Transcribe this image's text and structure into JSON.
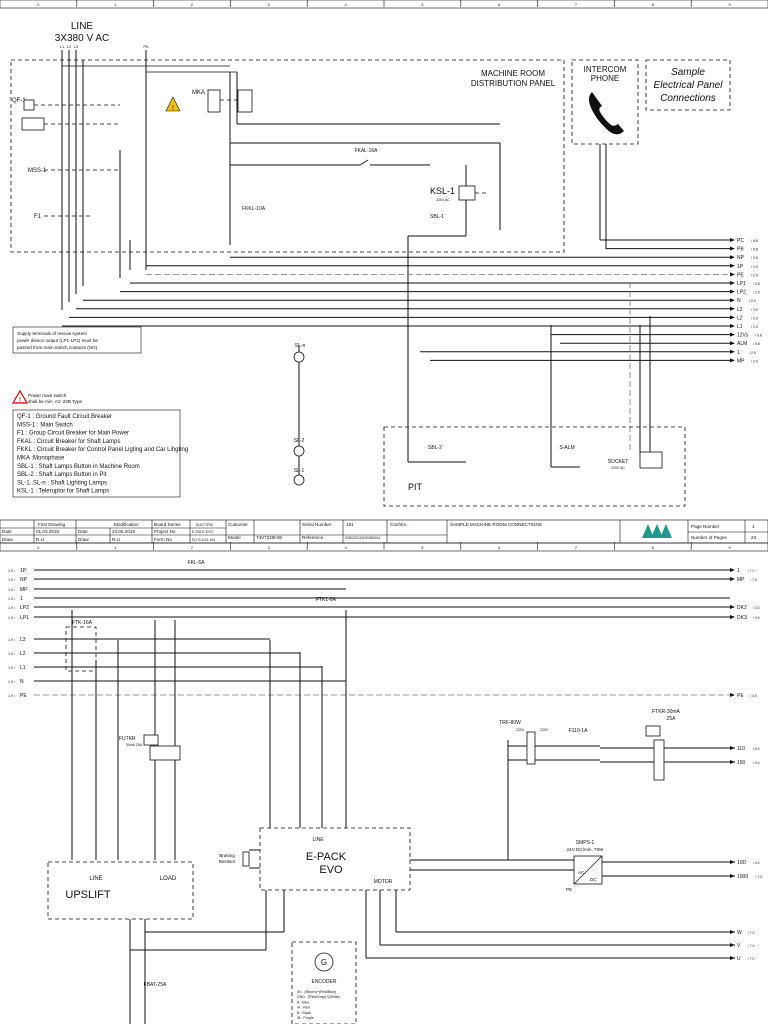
{
  "sheet1": {
    "line_label": "LINE",
    "line_voltage": "3X380 V AC",
    "machine_room_title": [
      "MACHINE ROOM",
      "DISTRIBUTION PANEL"
    ],
    "intercom_title": [
      "INTERCOM",
      "PHONE"
    ],
    "sample_title": [
      "Sample",
      "Electrical Panel",
      "Connections"
    ],
    "components": {
      "qf1": "QF-1",
      "mss1": "MSS-1",
      "f1": "F1",
      "mka": "MKA",
      "fkal": "FKAL-16A",
      "fkkl": "FKKL-10A",
      "ksl1": "KSL-1",
      "ksl1_rating": "220V AC",
      "sbl1": "SBL-1",
      "sln": "SL-n",
      "sl2": "SL-2",
      "sl1": "SL-1",
      "sbl2": "SBL-2",
      "salm": "S-ALM",
      "socket": "SOCKET",
      "socket_rating": "220V AC",
      "pit": "PIT"
    },
    "terminals": [
      {
        "name": "PC",
        "ref": "9.8"
      },
      {
        "name": "PB",
        "ref": "9.8"
      },
      {
        "name": "NP",
        "ref": "2.0"
      },
      {
        "name": "1P",
        "ref": "2.0"
      },
      {
        "name": "PE",
        "ref": "2.0"
      },
      {
        "name": "LP1",
        "ref": "2.0"
      },
      {
        "name": "LP2",
        "ref": "2.0"
      },
      {
        "name": "N",
        "ref": "2.0"
      },
      {
        "name": "L3",
        "ref": "2.0"
      },
      {
        "name": "L2",
        "ref": "2.0"
      },
      {
        "name": "L1",
        "ref": "2.0"
      },
      {
        "name": "12Vs",
        "ref": "9.8"
      },
      {
        "name": "ALM",
        "ref": "9.8"
      },
      {
        "name": "1",
        "ref": "2.0"
      },
      {
        "name": "MP",
        "ref": "2.0"
      }
    ],
    "supply_note": [
      "Supply terminals of rescue system",
      "power device output (LP1-LP2) must be",
      "passed from main switch contacts (NO)."
    ],
    "warning_note": [
      "Power main switch",
      "shall be min. AC-23B Type"
    ],
    "legend": [
      "QF-1    : Ground Fault Circuit Breaker",
      "MSS-1   : Main Switch",
      "F1       : Group Circuit Breaker for Main Power",
      "FKAL : Circuit Breaker for Shaft Lamps",
      "FKKL  : Circuit Breaker for Control Panel Ligting and Car Lihgting",
      "MKA  :Monophase",
      "SBL-1 : Shaft Lamps Button in Machine Room",
      "SBL-2 : Shaft Lamps Button in Pit",
      "SL-1..SL-n : Shaft Lighting Lamps",
      "KSL-1  : Teleruptor for Shaft Lamps"
    ]
  },
  "title_block": {
    "first_drawing": "First Drawing",
    "modification": "Modification",
    "board_series": "Board Series",
    "board_series_val": "ELECTRIC",
    "customer": "Customer",
    "serial_number": "Serial Number",
    "serial_val": "181",
    "confirm": "Confirm :",
    "title": "SAMPLE MACHINE ROOM CONNECTIONS",
    "page_number": "Page Number",
    "page_val": "1",
    "number_of_pages": "Number of Pages",
    "pages_val": "23",
    "date_label": "Date",
    "date1": "01.03.2018",
    "date2": "24.05.2019",
    "draw_label": "Draw",
    "draw1": "R.U",
    "draw2": "R.U",
    "project_no": "Project No",
    "project_val": "E-PACK EVO",
    "form_no": "Form No",
    "form_val": "FLT.5.5.02.104",
    "model": "Model",
    "model_val": "74V7228HW",
    "reference": "Reference",
    "reference_val": "0280220/150/0280004"
  },
  "sheet2": {
    "inputs": [
      {
        "ref": "1.9",
        "name": "1P"
      },
      {
        "ref": "1.9",
        "name": "NP"
      },
      {
        "ref": "1.9",
        "name": "MP"
      },
      {
        "ref": "1.9",
        "name": "1"
      },
      {
        "ref": "1.9",
        "name": "LP2"
      },
      {
        "ref": "1.9",
        "name": "LP1"
      },
      {
        "ref": "1.9",
        "name": "L3"
      },
      {
        "ref": "1.9",
        "name": "L2"
      },
      {
        "ref": "1.9",
        "name": "L1"
      },
      {
        "ref": "1.9",
        "name": "N"
      },
      {
        "ref": "1.9",
        "name": "PE"
      }
    ],
    "outputs": [
      {
        "name": "1",
        "ref": "7.0"
      },
      {
        "name": "MP",
        "ref": "7.0"
      },
      {
        "name": "DK2",
        "ref": "3.0"
      },
      {
        "name": "DK3",
        "ref": "3.0"
      },
      {
        "name": "PE",
        "ref": "4.0"
      },
      {
        "name": "110",
        "ref": "9.0"
      },
      {
        "name": "150",
        "ref": "9.0"
      },
      {
        "name": "10D",
        "ref": "4.0"
      },
      {
        "name": "1000",
        "ref": "7.0"
      },
      {
        "name": "W",
        "ref": "7.0"
      },
      {
        "name": "V",
        "ref": "7.0"
      },
      {
        "name": "U",
        "ref": "7.0"
      }
    ],
    "fkl": "FKL-6A",
    "ftk1": "FTK1-6A",
    "ftk16": "FTK-16A",
    "futkr": "FUTKR",
    "futkr_rating": "30mA 25A",
    "trf": "TRF-80W",
    "trf_in": "220V",
    "trf_out": "220V",
    "f110": "F110-1A",
    "ftkr": "FTKR-30mA",
    "ftkr_rating": "25A",
    "smps": "SMPS-1",
    "smps_rating": "24V DC/min. 75W",
    "epack": [
      "E-PACK",
      "EVO"
    ],
    "epack_line": "LINE",
    "epack_motor": "MOTOR",
    "braking": [
      "Braking",
      "Resistor"
    ],
    "upslift": "UPSLIFT",
    "ups_line": "LINE",
    "ups_load": "LOAD",
    "fbat": "FBAT-25A",
    "encoder": "ENCODER",
    "encoder_notes": [
      "5V : (Brown)+(Red/Blue)",
      "GND : (Pink/Gray)+(White)",
      "A : Blue",
      "/A : Red",
      "B : Black",
      "/B : Purple"
    ],
    "ac": "AC",
    "dc": "DC",
    "pe": "PE"
  },
  "ruler": [
    "0",
    "1",
    "2",
    "3",
    "4",
    "5",
    "6",
    "7",
    "8",
    "9"
  ]
}
